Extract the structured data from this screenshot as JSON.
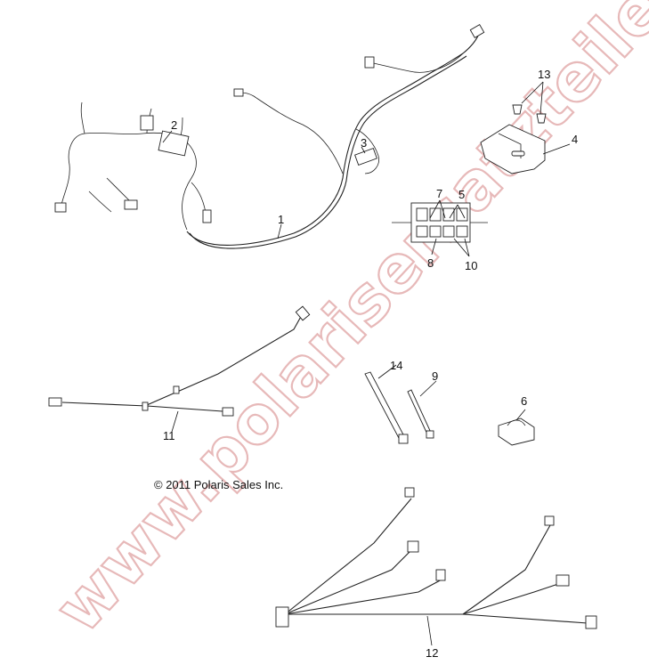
{
  "watermark": "www.polarisersatzteile.de",
  "copyright": "© 2011 Polaris Sales Inc.",
  "callouts": {
    "c1": "1",
    "c2": "2",
    "c3": "3",
    "c4": "4",
    "c5": "5",
    "c6": "6",
    "c7": "7",
    "c8": "8",
    "c9": "9",
    "c10": "10",
    "c11": "11",
    "c12": "12",
    "c13": "13",
    "c14": "14"
  }
}
